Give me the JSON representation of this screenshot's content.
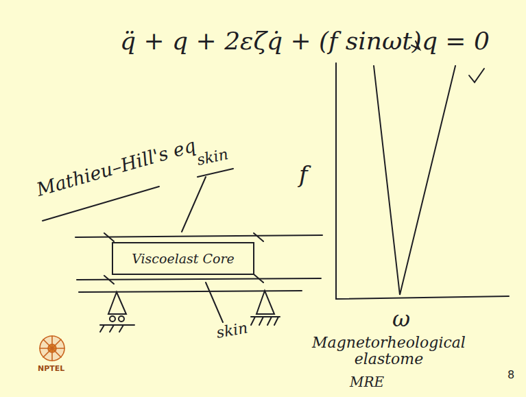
{
  "diagram": {
    "nodes": [
      {
        "text": [
          "Viscoelast Core"
        ]
      }
    ],
    "labels": [
      "q̈ + q + 2εζq̇ + (f sinωt)q = 0",
      "Mathieu–Hill's eq",
      "skin",
      "skin",
      "f",
      "ω",
      "Magnetorheological elastome",
      "MRE",
      "NPTEL",
      "8"
    ]
  }
}
